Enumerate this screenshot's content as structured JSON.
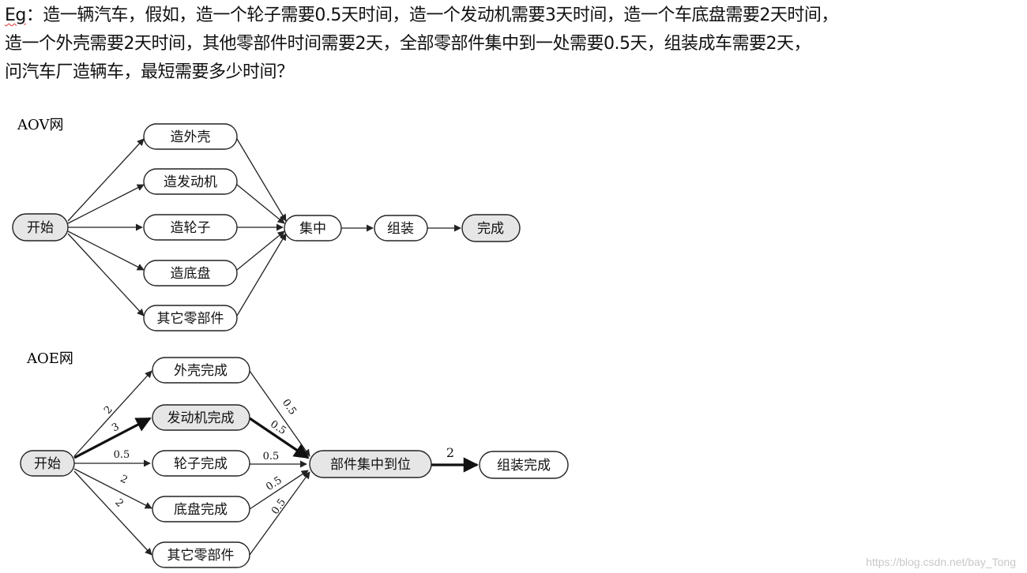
{
  "question": {
    "prefix": "Eg",
    "line1_rest": "：造一辆汽车，假如，造一个轮子需要0.5天时间，造一个发动机需要3天时间，造一个车底盘需要2天时间，",
    "line2": "造一个外壳需要2天时间，其他零部件时间需要2天，全部零部件集中到一处需要0.5天，组装成车需要2天，",
    "line3": "问汽车厂造辆车，最短需要多少时间？"
  },
  "aov": {
    "title": "AOV网",
    "nodes": {
      "start": "开始",
      "shell": "造外壳",
      "engine": "造发动机",
      "wheel": "造轮子",
      "chassis": "造底盘",
      "other": "其它零部件",
      "gather": "集中",
      "assemble": "组装",
      "done": "完成"
    }
  },
  "aoe": {
    "title": "AOE网",
    "nodes": {
      "start": "开始",
      "shell": "外壳完成",
      "engine": "发动机完成",
      "wheel": "轮子完成",
      "chassis": "底盘完成",
      "other": "其它零部件",
      "gather": "部件集中到位",
      "assemble": "组装完成"
    },
    "weights": {
      "start_shell": "2",
      "start_engine": "3",
      "start_wheel": "0.5",
      "start_chassis": "2",
      "start_other": "2",
      "shell_gather": "0.5",
      "engine_gather": "0.5",
      "wheel_gather": "0.5",
      "chassis_gather": "0.5",
      "other_gather": "0.5",
      "gather_assemble": "2"
    }
  },
  "watermark": "https://blog.csdn.net/bay_Tong",
  "colors": {
    "node_fill_highlight": "#e6e6e6",
    "stroke": "#222222",
    "critical": "#111111"
  }
}
